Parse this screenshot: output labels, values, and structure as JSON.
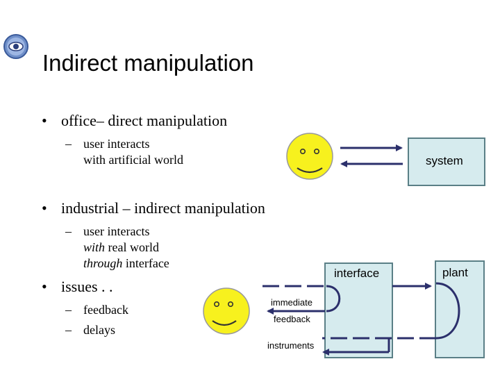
{
  "slide": {
    "title": "Indirect manipulation",
    "bullets": [
      {
        "text": "office– direct manipulation",
        "sub": [
          "user interacts",
          "with artificial world"
        ]
      },
      {
        "text": "industrial – indirect manipulation",
        "sub_plain_1": "user interacts",
        "sub_em_with": "with",
        "sub_plain_2": " real world",
        "sub_em_through": "through",
        "sub_plain_3": " interface"
      },
      {
        "text": "issues . .",
        "sub": [
          "feedback",
          "delays"
        ]
      }
    ]
  },
  "diagram": {
    "system_label": "system",
    "interface_label": "interface",
    "plant_label": "plant",
    "immediate_label": "immediate",
    "feedback_label": "feedback",
    "instruments_label": "instruments",
    "colors": {
      "box_fill": "#d6ebee",
      "box_border": "#5a7f86",
      "arrow": "#2b2f6b",
      "face": "#f7f11e"
    }
  }
}
